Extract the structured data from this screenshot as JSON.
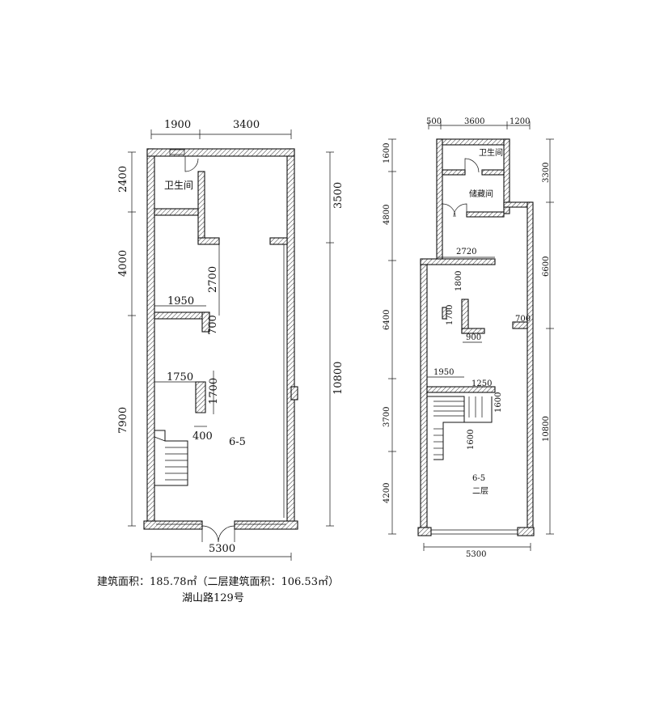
{
  "floor1": {
    "dims_top": [
      "1900",
      "3400"
    ],
    "dims_left": [
      "2400",
      "4000",
      "7900"
    ],
    "dims_right": [
      "3500",
      "10800"
    ],
    "dim_bottom": "5300",
    "dims_inner": {
      "d2700": "2700",
      "d1950": "1950",
      "d700": "700",
      "d1750": "1750",
      "d1700": "1700",
      "d400": "400"
    },
    "room_bathroom": "卫生间",
    "unit_label": "6-5"
  },
  "floor2": {
    "dims_top": [
      "500",
      "3600",
      "1200"
    ],
    "dims_left": [
      "1600",
      "4800",
      "6400",
      "3700",
      "4200"
    ],
    "dims_right": [
      "3300",
      "6600",
      "10800"
    ],
    "dim_bottom": "5300",
    "dims_inner": {
      "d2720": "2720",
      "d1800": "1800",
      "d1700": "1700",
      "d900": "900",
      "d700": "700",
      "d1950": "1950",
      "d1250": "1250",
      "d1600a": "1600",
      "d1600b": "1600"
    },
    "room_bathroom": "卫生间",
    "room_storage": "储藏间",
    "unit_label": "6-5",
    "floor_label": "二层"
  },
  "caption": {
    "area": "建筑面积：185.78㎡（二层建筑面积：106.53㎡）",
    "address": "湖山路129号"
  }
}
